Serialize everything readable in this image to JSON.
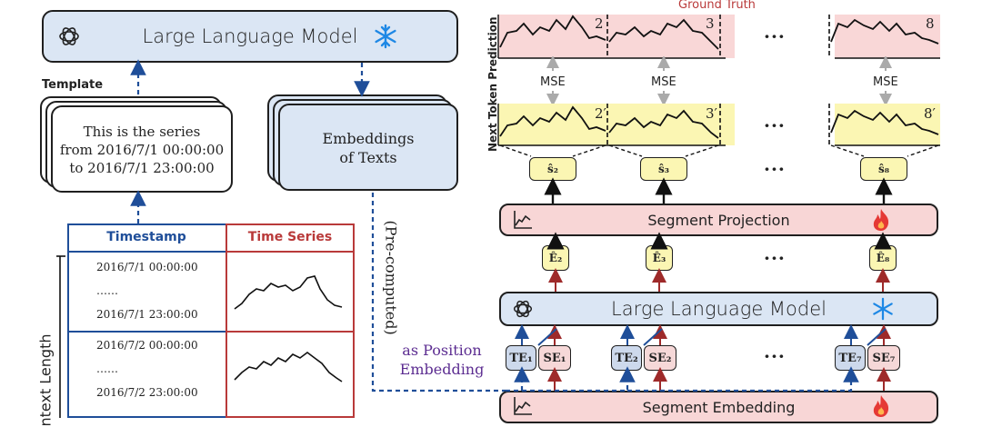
{
  "left": {
    "llm_title": "Large Language Model",
    "template_label": "Template",
    "template_lines": [
      "This is the series",
      "from 2016/7/1 00:00:00",
      "to 2016/7/1 23:00:00"
    ],
    "embeddings_lines": [
      "Embeddings",
      "of Texts"
    ],
    "precomputed_label": "(Pre-computed)",
    "position_embedding_lines": [
      "as Position",
      "Embedding"
    ],
    "table": {
      "col1_header": "Timestamp",
      "col2_header": "Time Series",
      "rows": [
        {
          "start": "2016/7/1  00:00:00",
          "ellipsis": "……",
          "end": "2016/7/1  23:00:00"
        },
        {
          "start": "2016/7/2  00:00:00",
          "ellipsis": "……",
          "end": "2016/7/2  23:00:00"
        }
      ]
    },
    "context_label": "ntext Length"
  },
  "right": {
    "ground_truth_label": "Ground Truth",
    "next_token_label": "Next Token Prediction",
    "gt_panel_numbers": [
      "2",
      "3",
      "8"
    ],
    "pred_panel_numbers": [
      "2′",
      "3′",
      "8′"
    ],
    "mse_label": "MSE",
    "ellipsis": "···",
    "s_hat": [
      "ŝ₂",
      "ŝ₃",
      "ŝ₈"
    ],
    "segment_projection": "Segment Projection",
    "e_hat": [
      "Ê₂",
      "Ê₃",
      "Ê₈"
    ],
    "llm_title": "Large Language Model",
    "tokens": [
      {
        "te": "TE₁",
        "se": "SE₁"
      },
      {
        "te": "TE₂",
        "se": "SE₂"
      },
      {
        "te": "TE₇",
        "se": "SE₇"
      }
    ],
    "segment_embedding": "Segment Embedding"
  },
  "colors": {
    "blue_box": "#dbe6f4",
    "pink_box": "#f8d6d6",
    "yellow_box": "#fbf6b3",
    "gt_panel_fill": "#f9d7d7",
    "pred_panel_fill": "#fbf6b3",
    "blue_header": "#1f4e99",
    "red_header": "#b93a3a",
    "purple_text": "#5c2d91",
    "arrow_red": "#9e2a2a",
    "arrow_blue": "#1f4e99"
  },
  "icons": [
    "openai-logo-icon",
    "snowflake-icon",
    "chart-line-icon",
    "flame-icon"
  ]
}
